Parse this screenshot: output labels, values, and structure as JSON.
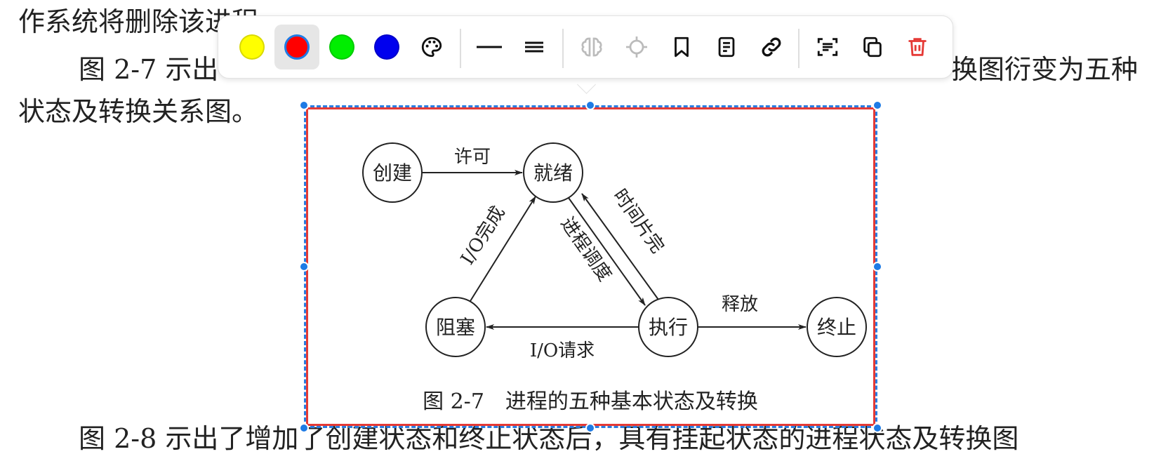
{
  "document": {
    "line1": "作系统将删除该进程",
    "line2_left": "图 2-7 示出",
    "line2_right": "换图衍变为五种",
    "line3": "状态及转换关系图。",
    "line4": "图 2-8 示出了增加了创建状态和终止状态后，具有挂起状态的进程状态及转换图"
  },
  "toolbar": {
    "colors": [
      {
        "name": "yellow",
        "hex": "#ffff00",
        "selected": false
      },
      {
        "name": "red",
        "hex": "#ff0000",
        "selected": true
      },
      {
        "name": "green",
        "hex": "#00ee00",
        "selected": false
      },
      {
        "name": "blue",
        "hex": "#0000ee",
        "selected": false
      }
    ],
    "icons": [
      "palette-icon",
      "thin-line-icon",
      "thick-line-icon",
      "brain-icon",
      "target-icon",
      "bookmark-icon",
      "note-icon",
      "link-icon",
      "ocr-scan-icon",
      "copy-icon",
      "delete-icon"
    ],
    "delete_color": "#e53935"
  },
  "selection": {
    "border_color": "#2a7de1",
    "inner_color": "#e53935"
  },
  "diagram": {
    "states": {
      "create": "创建",
      "ready": "就绪",
      "block": "阻塞",
      "run": "执行",
      "end": "终止"
    },
    "transitions": {
      "permit": "许可",
      "io_done": "I/O完成",
      "dispatch": "进程调度",
      "timeout": "时间片完",
      "release": "释放",
      "io_request": "I/O请求"
    },
    "caption": "图 2-7　进程的五种基本状态及转换"
  }
}
